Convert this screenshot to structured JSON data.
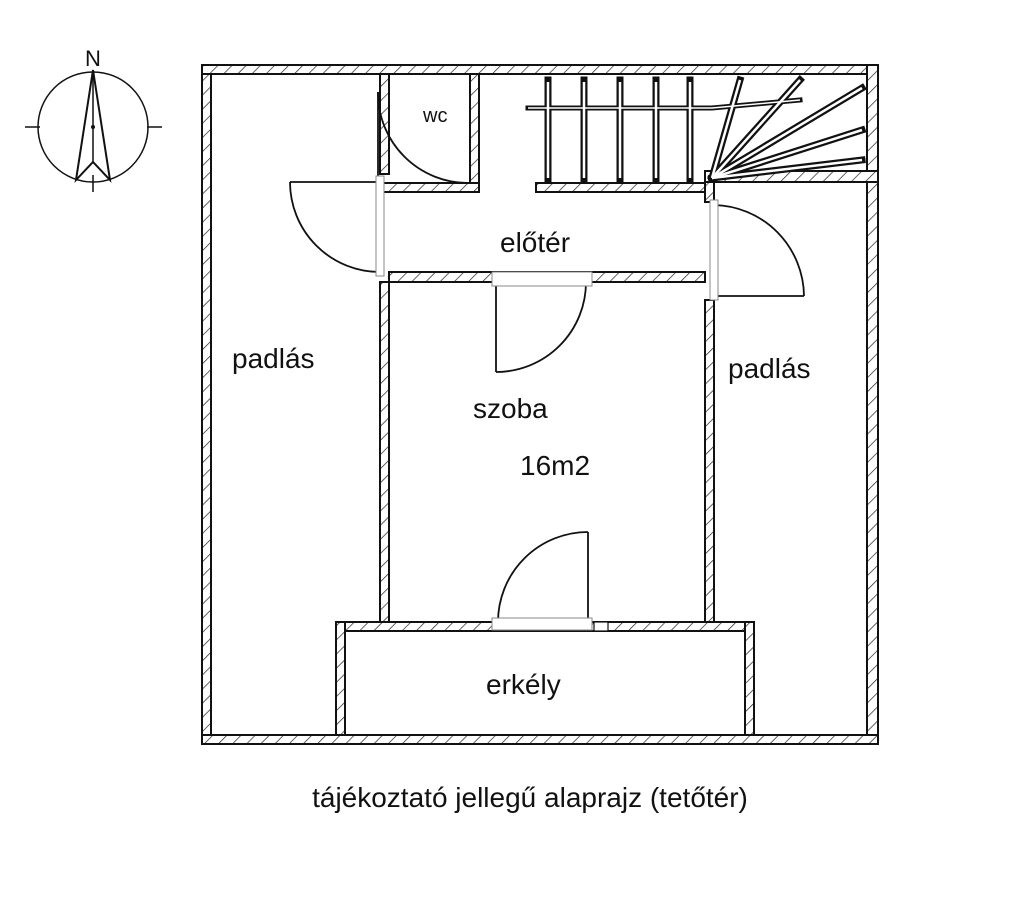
{
  "rooms": {
    "wc": "wc",
    "eloter": "előtér",
    "padlas_left": "padlás",
    "padlas_right": "padlás",
    "szoba": "szoba",
    "szoba_area": "16m2",
    "erkely": "erkély"
  },
  "compass": {
    "north_label": "N"
  },
  "caption": "tájékoztató jellegű alaprajz (tetőtér)"
}
